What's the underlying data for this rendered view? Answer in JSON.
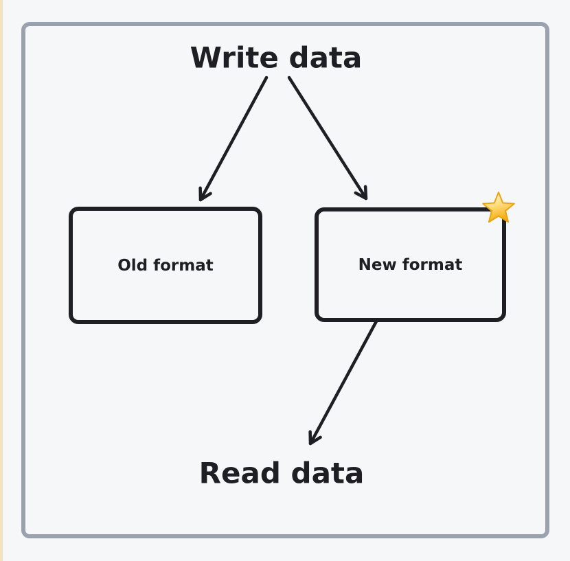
{
  "canvas": {
    "background": "#f6f7f9",
    "left_strip_color": "#f3e2c0",
    "frame_border_color": "#9aa2ad",
    "ink_color": "#1e1e24"
  },
  "diagram": {
    "top_label": "Write data",
    "bottom_label": "Read data",
    "nodes": {
      "old": {
        "label": "Old format"
      },
      "new": {
        "label": "New format",
        "badge": "star-icon"
      }
    },
    "connections": [
      {
        "from": "Write data",
        "to": "Old format"
      },
      {
        "from": "Write data",
        "to": "New format"
      },
      {
        "from": "New format",
        "to": "Read data"
      }
    ],
    "star_colors": {
      "fill_top": "#fff6cf",
      "fill_bottom": "#f3ae0f",
      "stroke": "#eaa410"
    }
  }
}
